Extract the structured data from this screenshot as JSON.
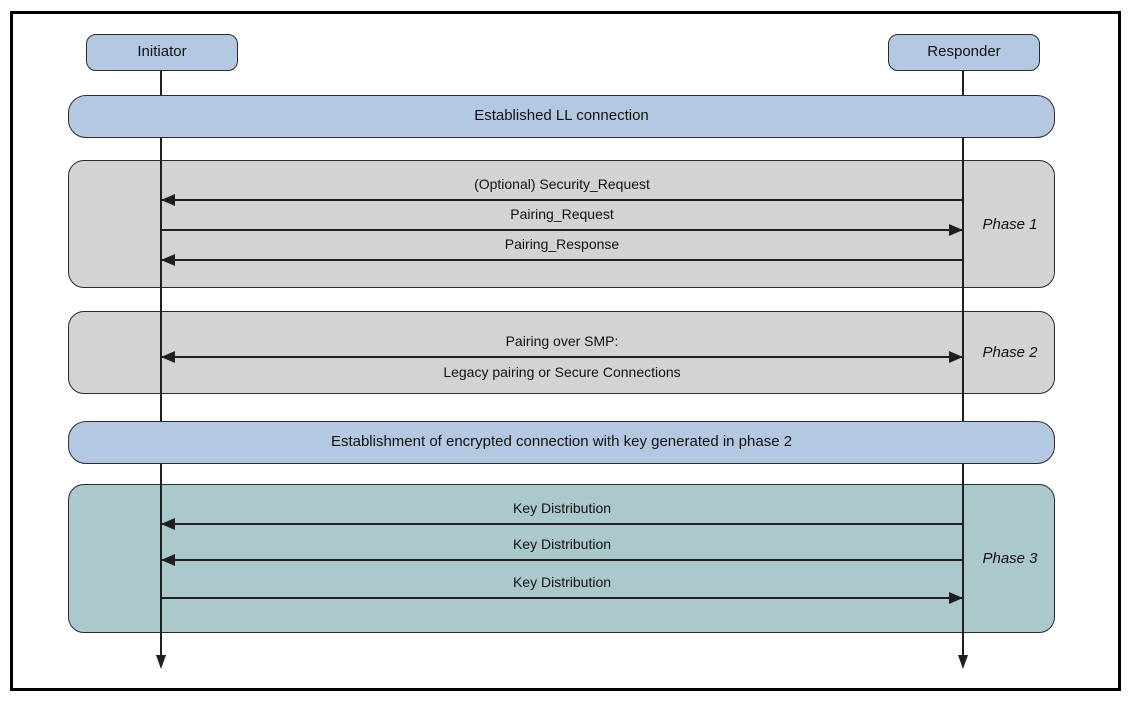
{
  "actors": [
    {
      "label": "Initiator"
    },
    {
      "label": "Responder"
    }
  ],
  "banners": [
    {
      "label": "Established LL connection"
    },
    {
      "label": "Establishment of encrypted connection with key generated in phase 2"
    }
  ],
  "phases": [
    {
      "label": "Phase 1",
      "messages": [
        {
          "label": "(Optional) Security_Request",
          "direction": "responder-to-initiator"
        },
        {
          "label": "Pairing_Request",
          "direction": "initiator-to-responder"
        },
        {
          "label": "Pairing_Response",
          "direction": "responder-to-initiator"
        }
      ]
    },
    {
      "label": "Phase 2",
      "messages": [
        {
          "label": "Pairing over SMP:",
          "label2": "Legacy pairing or Secure Connections",
          "direction": "bidirectional"
        }
      ]
    },
    {
      "label": "Phase 3",
      "messages": [
        {
          "label": "Key Distribution",
          "direction": "responder-to-initiator"
        },
        {
          "label": "Key Distribution",
          "direction": "responder-to-initiator"
        },
        {
          "label": "Key Distribution",
          "direction": "initiator-to-responder"
        }
      ]
    }
  ],
  "colors": {
    "banner_fill": "#b5c8e1",
    "actor_fill": "#b5c8e1",
    "phase1_fill": "#d3d3d3",
    "phase2_fill": "#d3d3d3",
    "phase3_fill": "#abc8cd",
    "line": "#1f1f1f",
    "frame": "#000000"
  }
}
